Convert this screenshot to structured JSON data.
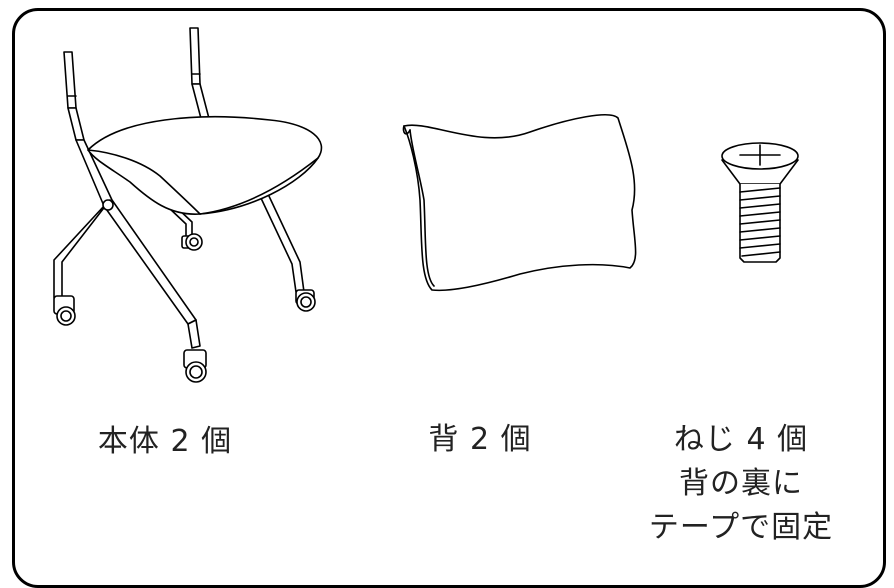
{
  "parts": [
    {
      "icon": "chair-body-icon",
      "label": "本体 2 個"
    },
    {
      "icon": "chair-back-icon",
      "label": "背 2 個"
    },
    {
      "icon": "screw-icon",
      "label_lines": [
        "ねじ 4 個",
        "背の裏に",
        "テープで固定"
      ]
    }
  ]
}
